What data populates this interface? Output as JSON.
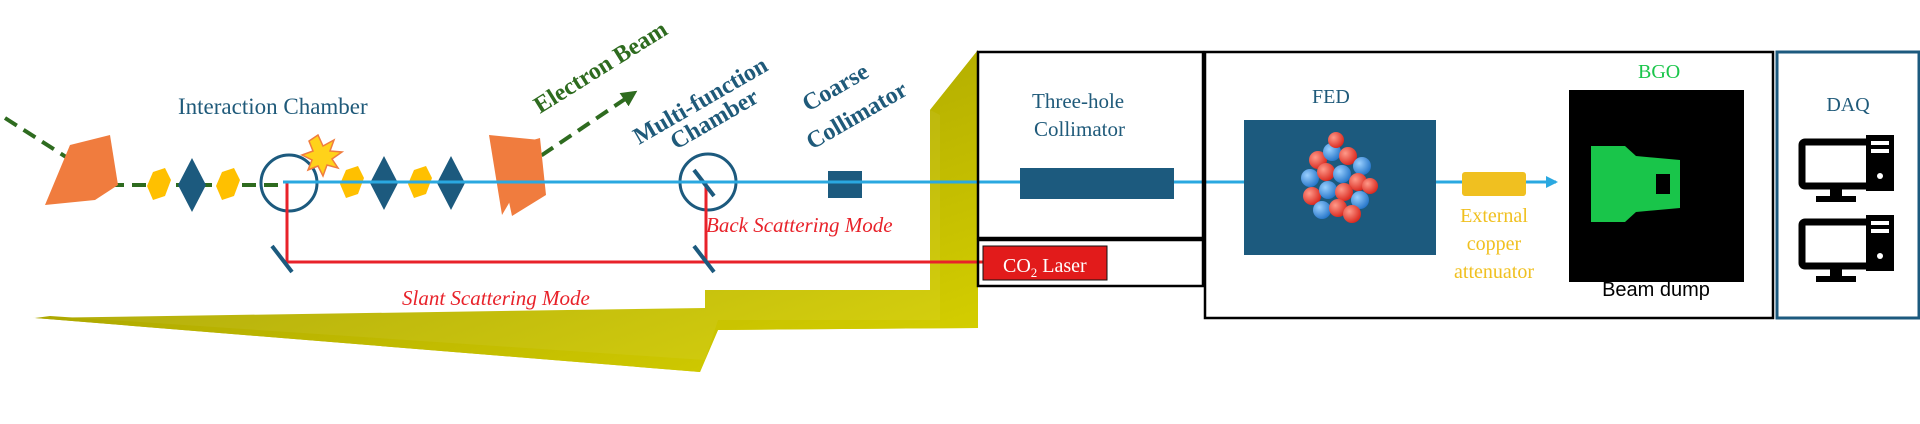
{
  "labels": {
    "interaction_chamber": "Interaction Chamber",
    "electron_beam": "Electron Beam",
    "multi_function_line1": "Multi-function",
    "multi_function_line2": "Chamber",
    "coarse_line1": "Coarse",
    "coarse_line2": "Collimator",
    "three_hole_line1": "Three-hole",
    "three_hole_line2": "Collimator",
    "back_scattering": "Back Scattering Mode",
    "slant_scattering": "Slant Scattering Mode",
    "laser_prefix": "CO",
    "laser_subscript": "2",
    "laser_suffix": " Laser",
    "fed": "FED",
    "bgo": "BGO",
    "attenuator_line1": "External",
    "attenuator_line2": "copper",
    "attenuator_line3": "attenuator",
    "beam_dump": "Beam dump",
    "daq": "DAQ"
  },
  "colors": {
    "electron_beam": "#2e6b1f",
    "beam_line": "#2aa8e0",
    "laser_path": "#e8222a",
    "chamber_label": "#1f5a7a",
    "shield": "#b9b300",
    "magnet": "#f07c3e",
    "quad_diamond": "#1c5a7e",
    "quad_hex": "#ffc000",
    "bgo_green": "#19c54a",
    "attenuator": "#f0c020"
  },
  "icons": {
    "computer_top": "desktop-computer-icon",
    "computer_bottom": "desktop-computer-icon"
  }
}
